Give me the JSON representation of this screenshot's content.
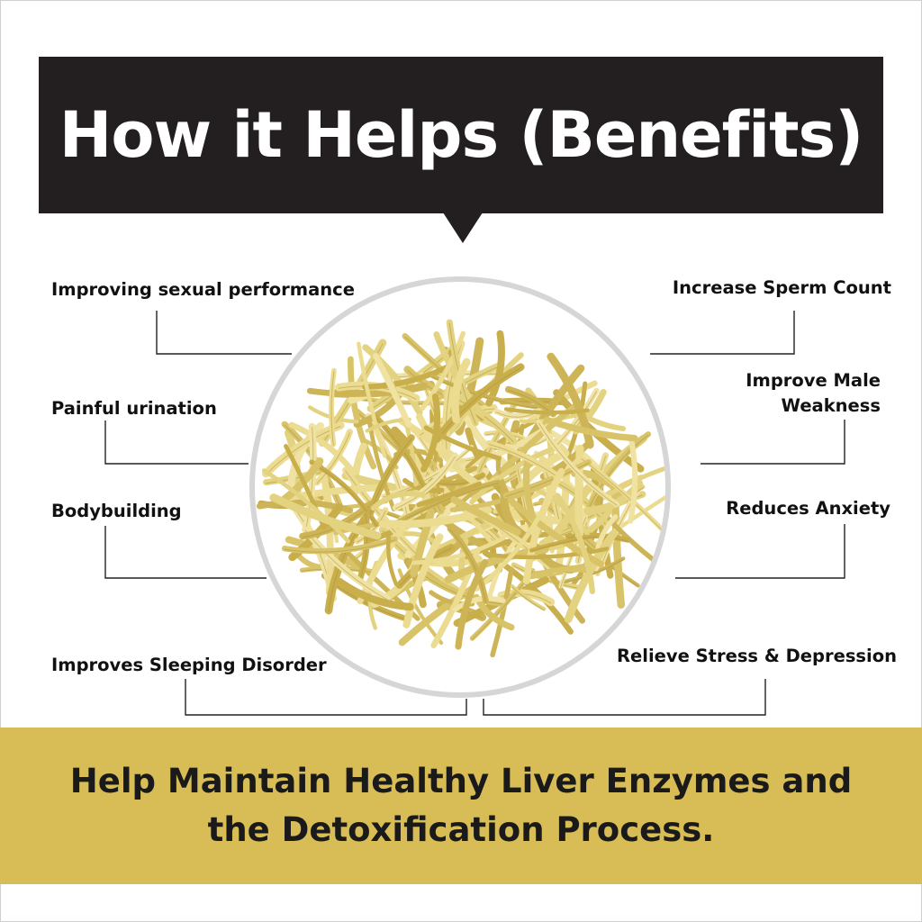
{
  "header": {
    "title": "How it Helps (Benefits)"
  },
  "benefits": {
    "left": [
      "Improving sexual performance",
      "Painful urination",
      "Bodybuilding",
      "Improves Sleeping Disorder"
    ],
    "right": [
      "Increase Sperm Count",
      "Improve Male",
      "Weakness",
      "Reduces Anxiety",
      "Relieve Stress & Depression"
    ]
  },
  "footer": {
    "line1": "Help Maintain Healthy Liver Enzymes and",
    "line2": "the Detoxification Process."
  },
  "colors": {
    "banner": "#231f20",
    "footer": "#d8bc55",
    "root": "#e3d27f",
    "circle_border": "#d6d6d6"
  },
  "icons": {
    "product_image": "dried-root-pile"
  }
}
